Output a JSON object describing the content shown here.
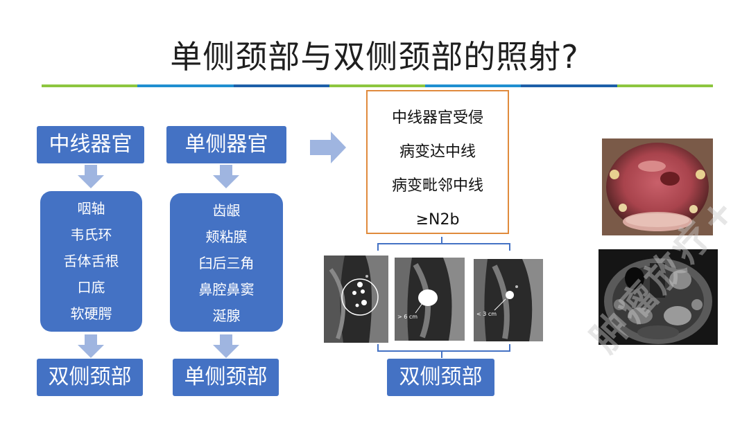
{
  "title": "单侧颈部与双侧颈部的照射?",
  "columns": [
    {
      "header": "中线器官",
      "items": [
        "咽轴",
        "韦氏环",
        "舌体舌根",
        "口底",
        "软硬腭"
      ],
      "result": "双侧颈部"
    },
    {
      "header": "单侧器官",
      "items": [
        "齿龈",
        "颊粘膜",
        "臼后三角",
        "鼻腔鼻窦",
        "涎腺"
      ],
      "result": "单侧颈部"
    }
  ],
  "criteria": [
    "中线器官受侵",
    "病变达中线",
    "病变毗邻中线",
    "≥N2b"
  ],
  "criteria_result": "双侧颈部",
  "scan_labels": [
    "> 6 cm",
    "< 3 cm"
  ],
  "watermark": "肿瘤放疗+",
  "colors": {
    "box_blue": "#4472c4",
    "arrow_light_blue": "#9fb5e0",
    "criteria_border": "#e08a3c",
    "divider_green": "#8dc63f",
    "divider_blue": "#1f8fd0"
  }
}
